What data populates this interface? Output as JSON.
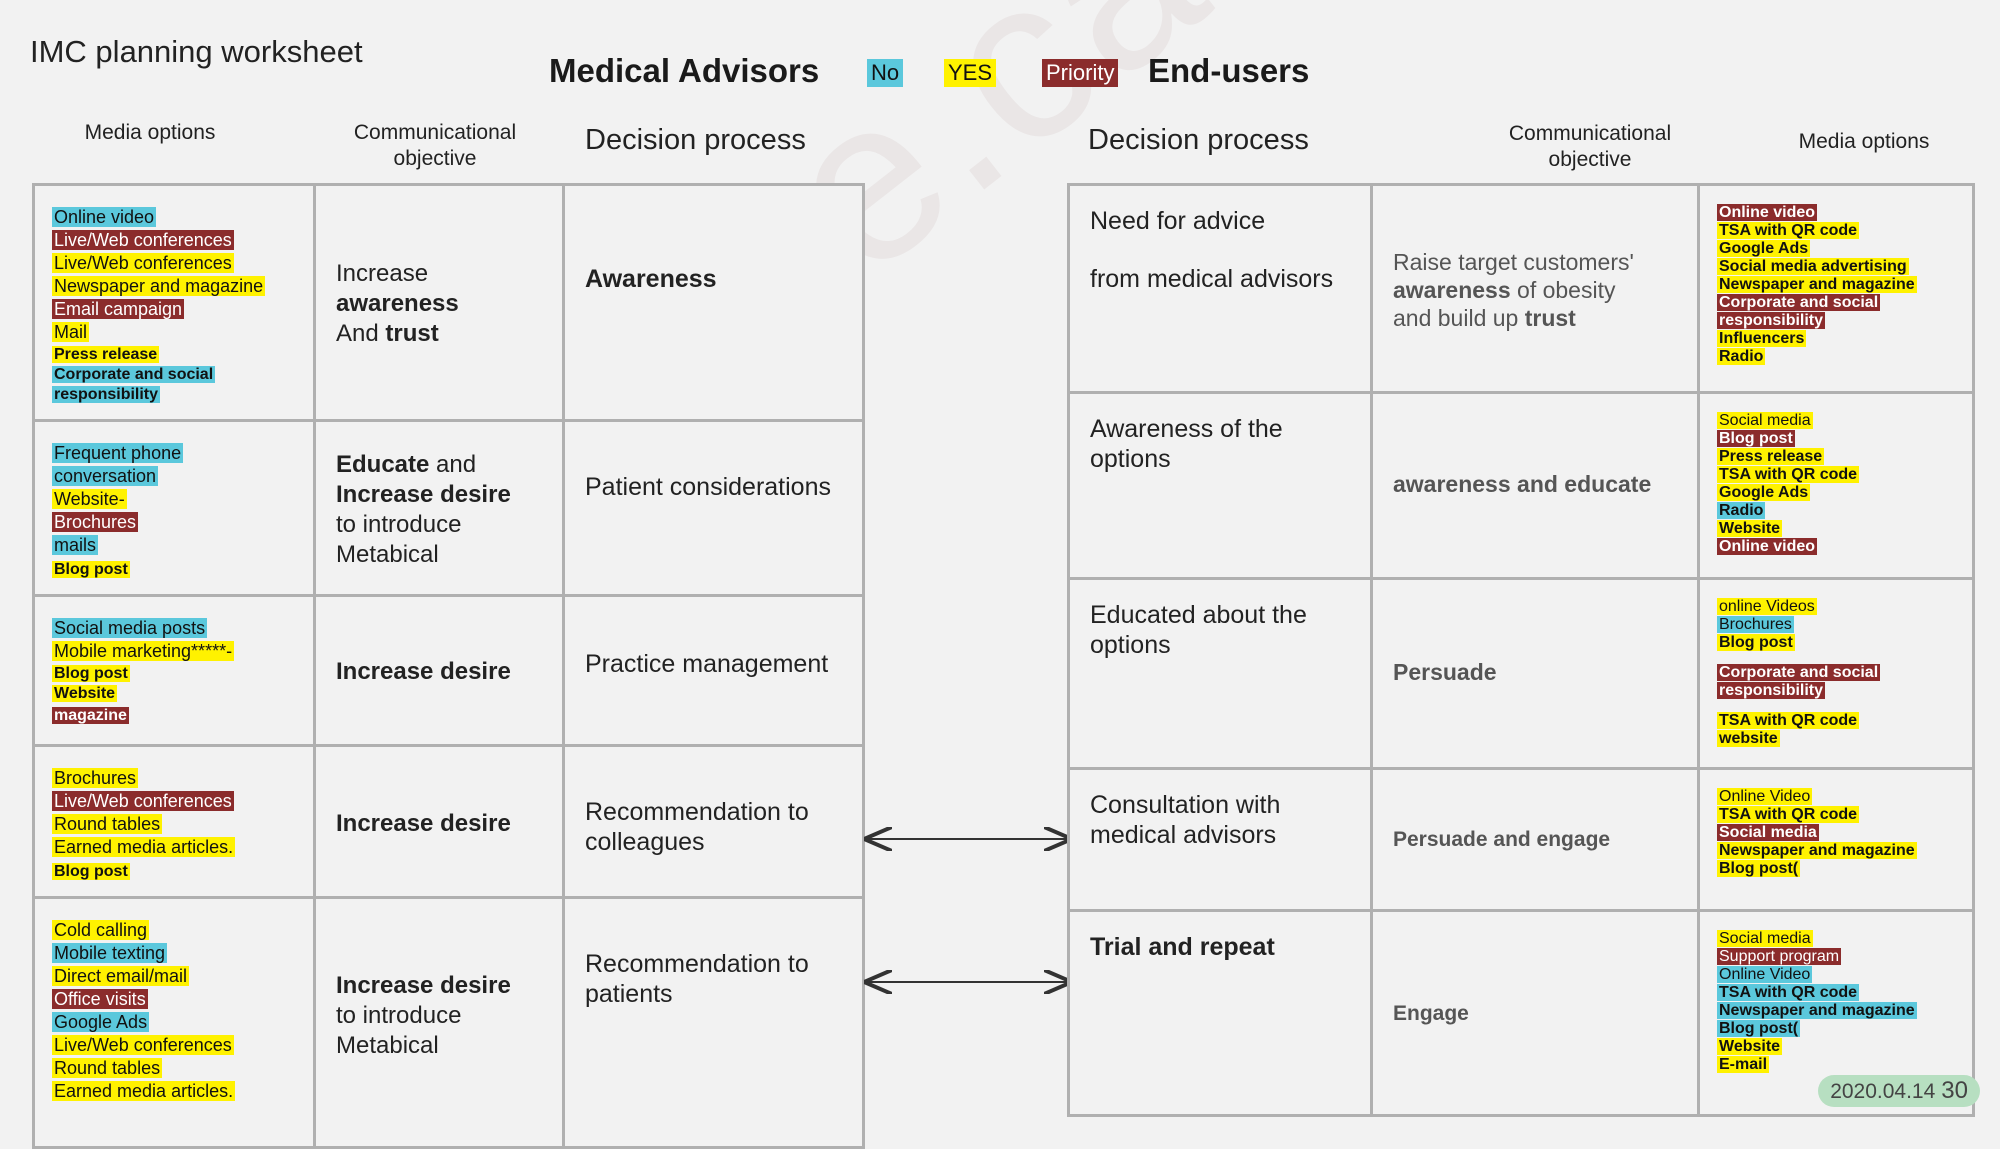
{
  "page_title": "IMC planning worksheet",
  "watermark": "Ashurhe.cargo.site",
  "left_heading": "Medical Advisors",
  "right_heading": "End-users",
  "legend": {
    "no": "No",
    "yes": "YES",
    "priority": "Priority"
  },
  "colors": {
    "no": "#5bc8dc",
    "yes": "#fff200",
    "priority": "#8b2c2c"
  },
  "left_headers": {
    "media": "Media options",
    "objective": "Communicational objective",
    "decision": "Decision process"
  },
  "right_headers": {
    "decision": "Decision process",
    "objective": "Communicational objective",
    "media": "Media options"
  },
  "left_rows": [
    {
      "media": [
        {
          "t": "Online video",
          "c": "b"
        },
        {
          "t": "Live/Web conferences",
          "c": "r"
        },
        {
          "t": "Live/Web conferences",
          "c": "y"
        },
        {
          "t": "Newspaper and magazine",
          "c": "y"
        },
        {
          "t": "Email campaign",
          "c": "r"
        },
        {
          "t": "Mail",
          "c": "y"
        },
        {
          "t": "Press release",
          "c": "y",
          "bold": true
        },
        {
          "t": "Corporate and social",
          "c": "b",
          "bold": true
        },
        {
          "t": "responsibility",
          "c": "b",
          "bold": true
        }
      ],
      "objective_l1": "Increase",
      "objective_l2": "awareness",
      "objective_l3": "And",
      "objective_l3b": "trust",
      "decision": "Awareness"
    },
    {
      "media": [
        {
          "t": "Frequent  phone",
          "c": "b"
        },
        {
          "t": "conversation",
          "c": "b"
        },
        {
          "t": "Website-",
          "c": "y"
        },
        {
          "t": "Brochures",
          "c": "r"
        },
        {
          "t": "mails",
          "c": "b"
        },
        {
          "t": "Blog post",
          "c": "y",
          "bold": true
        }
      ],
      "objective_l1": "Educate",
      "objective_l1b": "and",
      "objective_l2": "Increase desire",
      "objective_l3": "to introduce",
      "objective_l4": "Metabical",
      "decision": "Patient considerations"
    },
    {
      "media": [
        {
          "t": "Social media posts",
          "c": "b"
        },
        {
          "t": "Mobile marketing*****-",
          "c": "y"
        },
        {
          "t": "Blog post",
          "c": "y",
          "bold": true
        },
        {
          "t": "Website",
          "c": "y",
          "bold": true
        },
        {
          "t": "magazine",
          "c": "r",
          "bold": true
        }
      ],
      "objective": "Increase desire",
      "decision": "Practice management"
    },
    {
      "media": [
        {
          "t": "Brochures",
          "c": "y"
        },
        {
          "t": "Live/Web conferences",
          "c": "r"
        },
        {
          "t": "Round tables",
          "c": "y"
        },
        {
          "t": "Earned media articles.",
          "c": "y"
        },
        {
          "t": "Blog post",
          "c": "y",
          "bold": true
        }
      ],
      "objective": "Increase desire",
      "decision_l1": "Recommendation to",
      "decision_l2": "colleagues"
    },
    {
      "media": [
        {
          "t": "Cold calling",
          "c": "y"
        },
        {
          "t": "Mobile texting",
          "c": "b"
        },
        {
          "t": "Direct email/mail",
          "c": "y"
        },
        {
          "t": "Office visits",
          "c": "r"
        },
        {
          "t": "Google Ads",
          "c": "b"
        },
        {
          "t": "Live/Web conferences",
          "c": "y"
        },
        {
          "t": "Round tables",
          "c": "y"
        },
        {
          "t": "Earned media articles.",
          "c": "y"
        }
      ],
      "objective_l1": "Increase desire",
      "objective_l2": "to introduce",
      "objective_l3": "Metabical",
      "decision_l1": "Recommendation to",
      "decision_l2": "patients"
    }
  ],
  "right_rows": [
    {
      "decision_l1": "Need for advice",
      "decision_l2": "from medical advisors",
      "objective_l1": "Raise target customers'",
      "objective_l2a": "awareness",
      "objective_l2b": "of obesity",
      "objective_l3a": "and build up",
      "objective_l3b": "trust",
      "media": [
        {
          "t": "Online video",
          "c": "r"
        },
        {
          "t": "TSA with QR code",
          "c": "y"
        },
        {
          "t": "Google Ads",
          "c": "y"
        },
        {
          "t": "Social media advertising",
          "c": "y"
        },
        {
          "t": "Newspaper and magazine",
          "c": "y"
        },
        {
          "t": "Corporate and social",
          "c": "r"
        },
        {
          "t": "responsibility",
          "c": "r"
        },
        {
          "t": "Influencers",
          "c": "y"
        },
        {
          "t": "Radio",
          "c": "y"
        }
      ]
    },
    {
      "decision_l1": "Awareness of the",
      "decision_l2": "options",
      "objective": "awareness and educate",
      "media": [
        {
          "t": "Social media",
          "c": "y",
          "normal": true
        },
        {
          "t": "Blog post",
          "c": "r"
        },
        {
          "t": "Press release",
          "c": "y"
        },
        {
          "t": "TSA with QR code",
          "c": "y"
        },
        {
          "t": "Google Ads",
          "c": "y"
        },
        {
          "t": "Radio",
          "c": "b"
        },
        {
          "t": "Website",
          "c": "y"
        },
        {
          "t": "Online video",
          "c": "r"
        }
      ]
    },
    {
      "decision_l1": "Educated about the",
      "decision_l2": "options",
      "objective": "Persuade",
      "media": [
        {
          "t": "online Videos",
          "c": "y",
          "normal": true
        },
        {
          "t": "Brochures",
          "c": "b",
          "normal": true
        },
        {
          "t": "Blog post",
          "c": "y"
        },
        {
          "t": "",
          "gap": true
        },
        {
          "t": "Corporate and social",
          "c": "r"
        },
        {
          "t": "responsibility",
          "c": "r"
        },
        {
          "t": "",
          "gap": true
        },
        {
          "t": "TSA with QR code",
          "c": "y"
        },
        {
          "t": "website",
          "c": "y"
        }
      ]
    },
    {
      "decision_l1": "Consultation with",
      "decision_l2": "medical advisors",
      "objective": "Persuade and engage",
      "media": [
        {
          "t": "Online Video",
          "c": "y",
          "normal": true
        },
        {
          "t": "TSA with QR code",
          "c": "y"
        },
        {
          "t": "Social media",
          "c": "r"
        },
        {
          "t": "Newspaper and magazine",
          "c": "y"
        },
        {
          "t": "Blog post(",
          "c": "y"
        }
      ]
    },
    {
      "decision": "Trial and repeat",
      "objective": "Engage",
      "media": [
        {
          "t": "Social media",
          "c": "y",
          "normal": true
        },
        {
          "t": "Support program",
          "c": "r",
          "normal": true
        },
        {
          "t": "Online Video",
          "c": "b",
          "normal": true
        },
        {
          "t": "TSA with QR code",
          "c": "b"
        },
        {
          "t": "Newspaper and magazine",
          "c": "b"
        },
        {
          "t": "Blog post(",
          "c": "b"
        },
        {
          "t": "Website",
          "c": "y"
        },
        {
          "t": "E-mail",
          "c": "y"
        }
      ]
    }
  ],
  "footer": {
    "date": "2020.04.14",
    "page": "30"
  }
}
